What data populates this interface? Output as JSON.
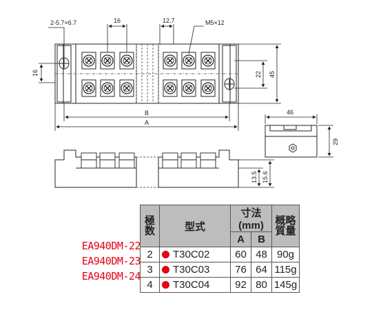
{
  "dimensions": {
    "hole": "2-5.7×6.7",
    "pitch": "16",
    "gap": "12.7",
    "screw": "M5×12",
    "left_height": "16",
    "inner_height": "22",
    "outer_height": "45",
    "B": "B",
    "A": "A",
    "side_width": "46",
    "side_height": "29",
    "front_height1": "13.5",
    "front_height2": "15.6"
  },
  "table": {
    "headers": {
      "poles": [
        "極",
        "数"
      ],
      "model": "型式",
      "size": "寸法(mm)",
      "col_a": "A",
      "col_b": "B",
      "weight": [
        "概略",
        "質量"
      ]
    },
    "rows": [
      {
        "code": "EA940DM-22",
        "poles": "2",
        "model": "T30C02",
        "a": "60",
        "b": "48",
        "weight": "90g"
      },
      {
        "code": "EA940DM-23",
        "poles": "3",
        "model": "T30C03",
        "a": "76",
        "b": "64",
        "weight": "115g"
      },
      {
        "code": "EA940DM-24",
        "poles": "4",
        "model": "T30C04",
        "a": "92",
        "b": "80",
        "weight": "145g"
      }
    ]
  },
  "colors": {
    "accent": "#e60012",
    "header_bg": "#bdbdbd"
  }
}
